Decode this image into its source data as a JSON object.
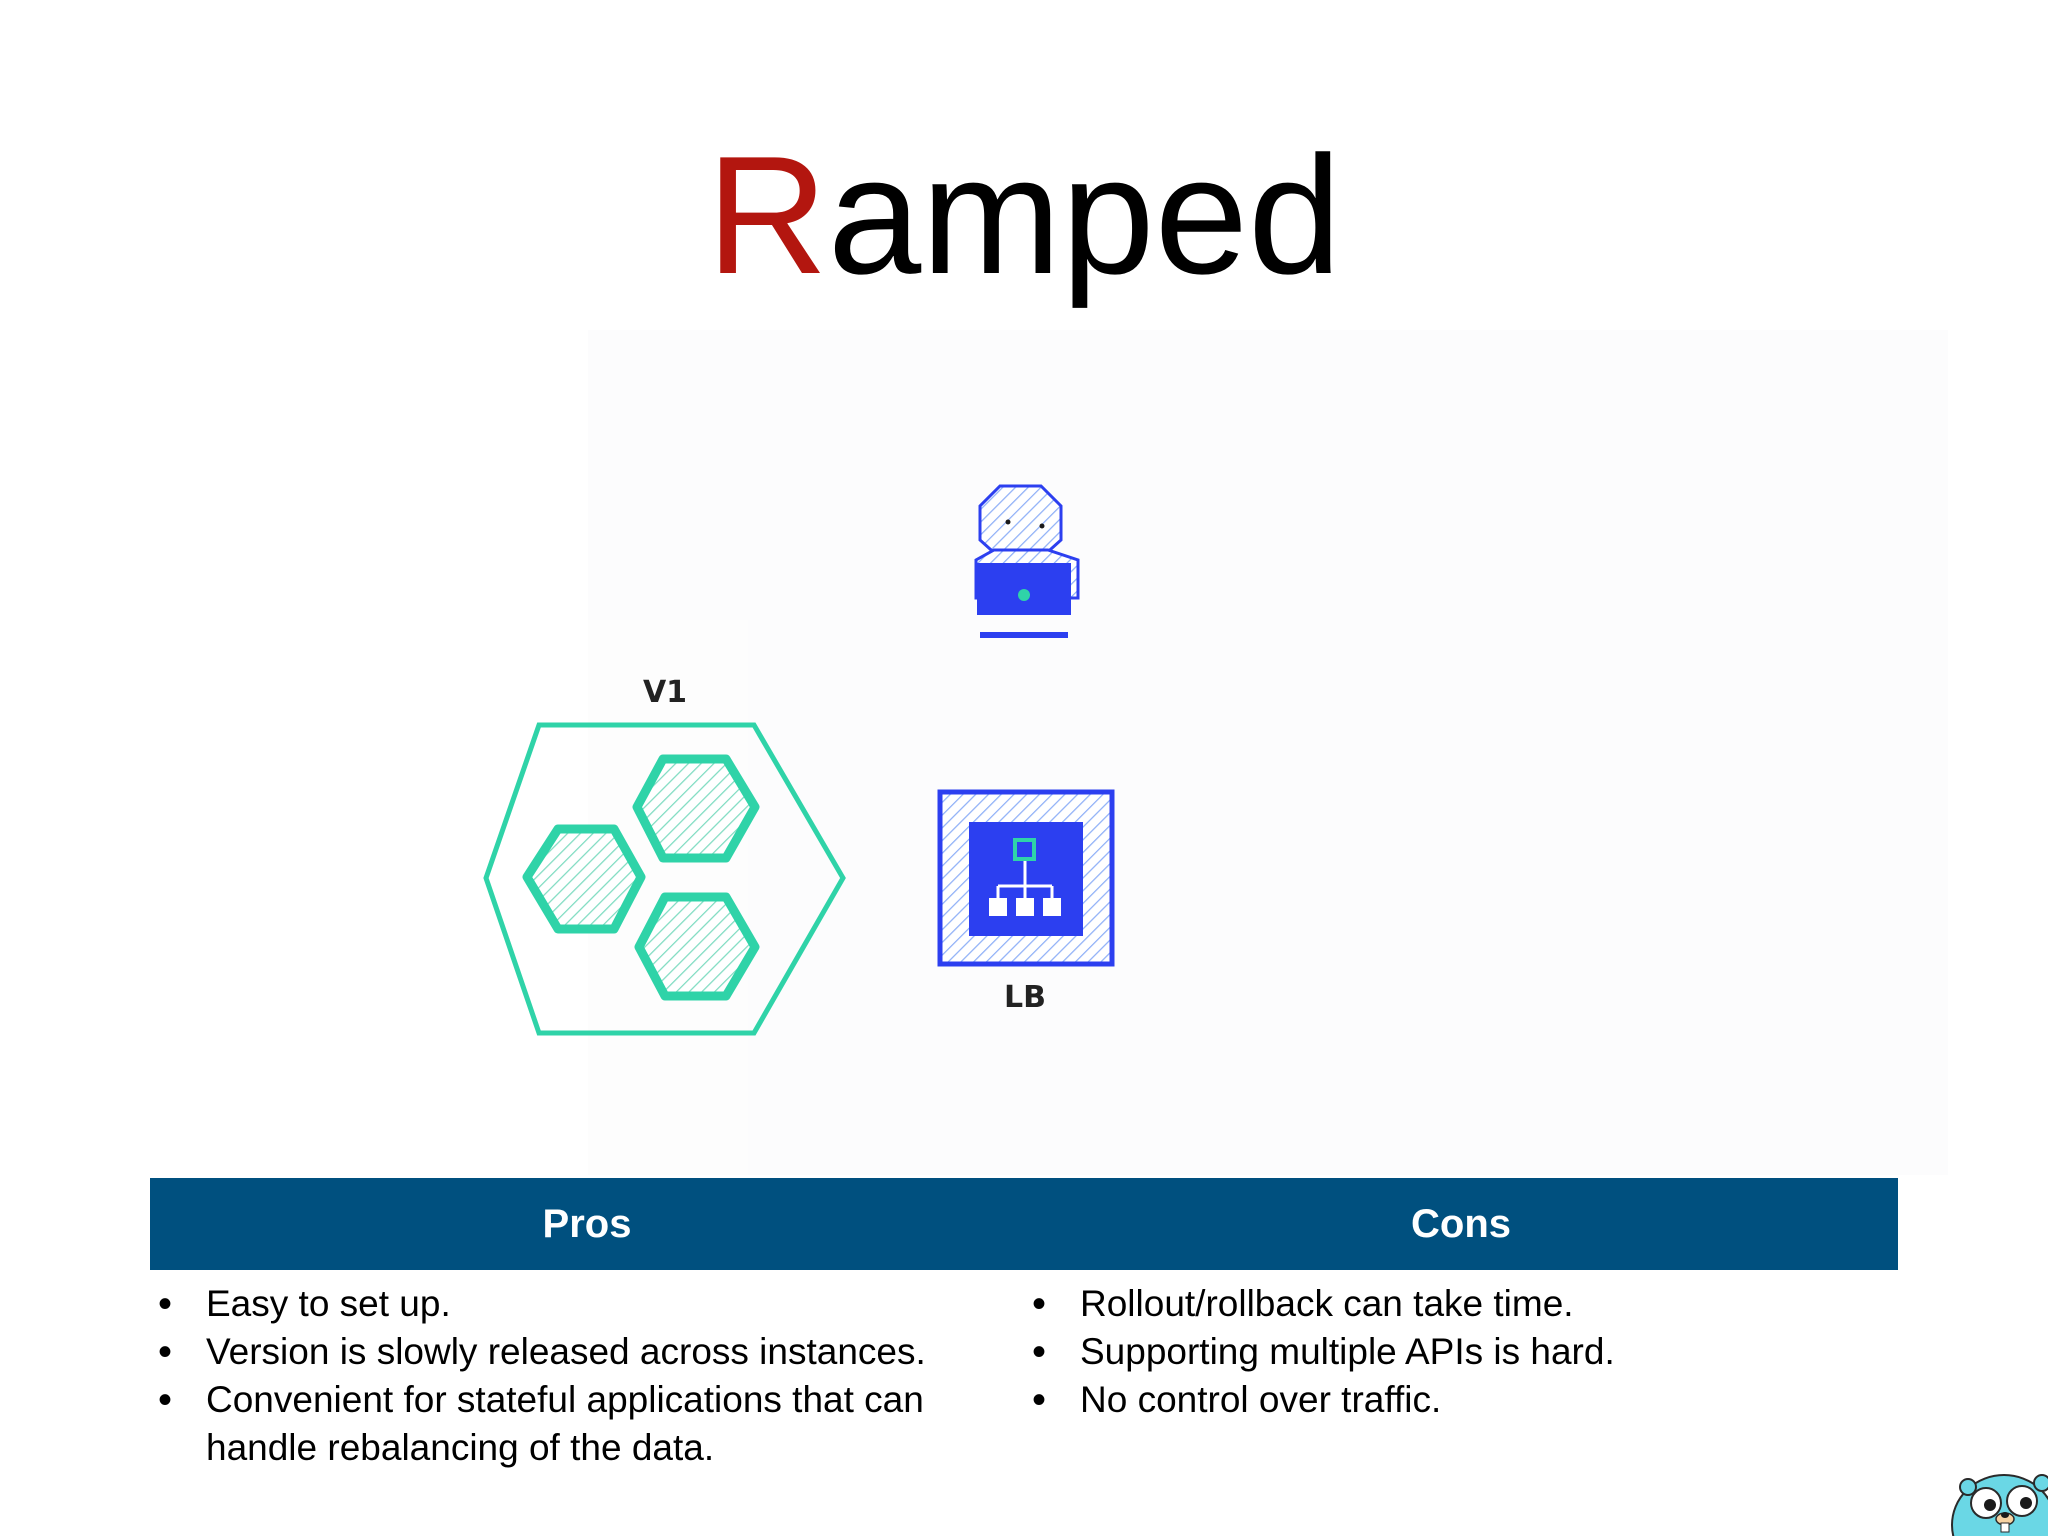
{
  "slide": {
    "title_first_letter": "R",
    "title_rest": "amped"
  },
  "diagram": {
    "version_label": "V1",
    "load_balancer_label": "LB",
    "colors": {
      "teal": "#2fd3a8",
      "blue": "#2c3ff0",
      "hatch": "#9ee8d2"
    }
  },
  "table": {
    "pros_header": "Pros",
    "cons_header": "Cons",
    "pros": [
      "Easy to set up.",
      "Version is slowly released across instances.",
      "Convenient for stateful applications that can handle rebalancing of the data."
    ],
    "cons": [
      "Rollout/rollback can take time.",
      "Supporting multiple APIs is hard.",
      "No control over traffic."
    ],
    "header_color": "#00507f"
  },
  "colors": {
    "accent_red": "#b3160f"
  },
  "icons": [
    "user-laptop-icon",
    "load-balancer-icon",
    "hexagon-cluster-icon",
    "gopher-mascot-icon"
  ]
}
